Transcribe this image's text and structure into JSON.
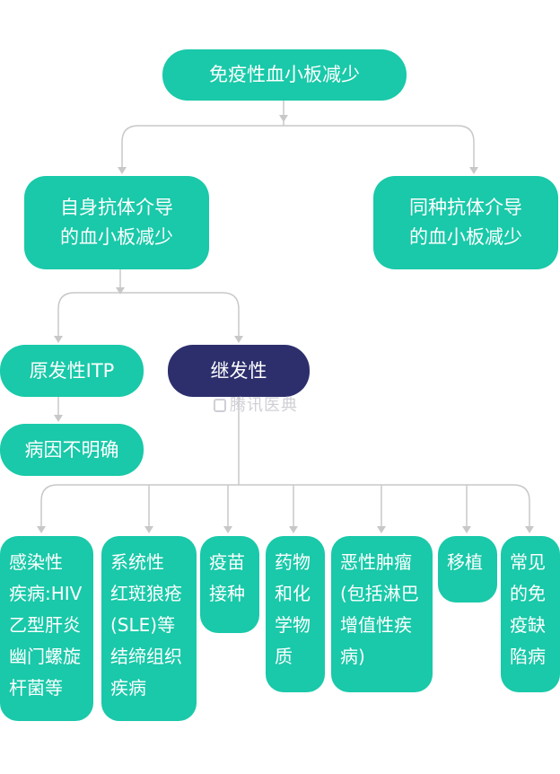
{
  "root": "免疫性血小板减少",
  "branch_auto": "自身抗体介导\n的血小板减少",
  "branch_allo": "同种抗体介导\n的血小板减少",
  "primary_itp": "原发性ITP",
  "unknown_cause": "病因不明确",
  "secondary": "继发性",
  "watermark": "腾讯医典",
  "causes": [
    "感染性\n疾病:HIV\n乙型肝炎\n幽门螺旋\n杆菌等",
    "系统性\n红斑狼疮\n(SLE)等\n结缔组织\n疾病",
    "疫苗\n接种",
    "药物\n和化\n学物\n质",
    "恶性肿瘤\n(包括淋巴\n增值性疾\n病)",
    "移植",
    "常见\n的免\n疫缺\n陷病"
  ],
  "colors": {
    "node": "#19c9a9",
    "secondary_node": "#2d2f6d",
    "connector": "#c8c8c8"
  }
}
